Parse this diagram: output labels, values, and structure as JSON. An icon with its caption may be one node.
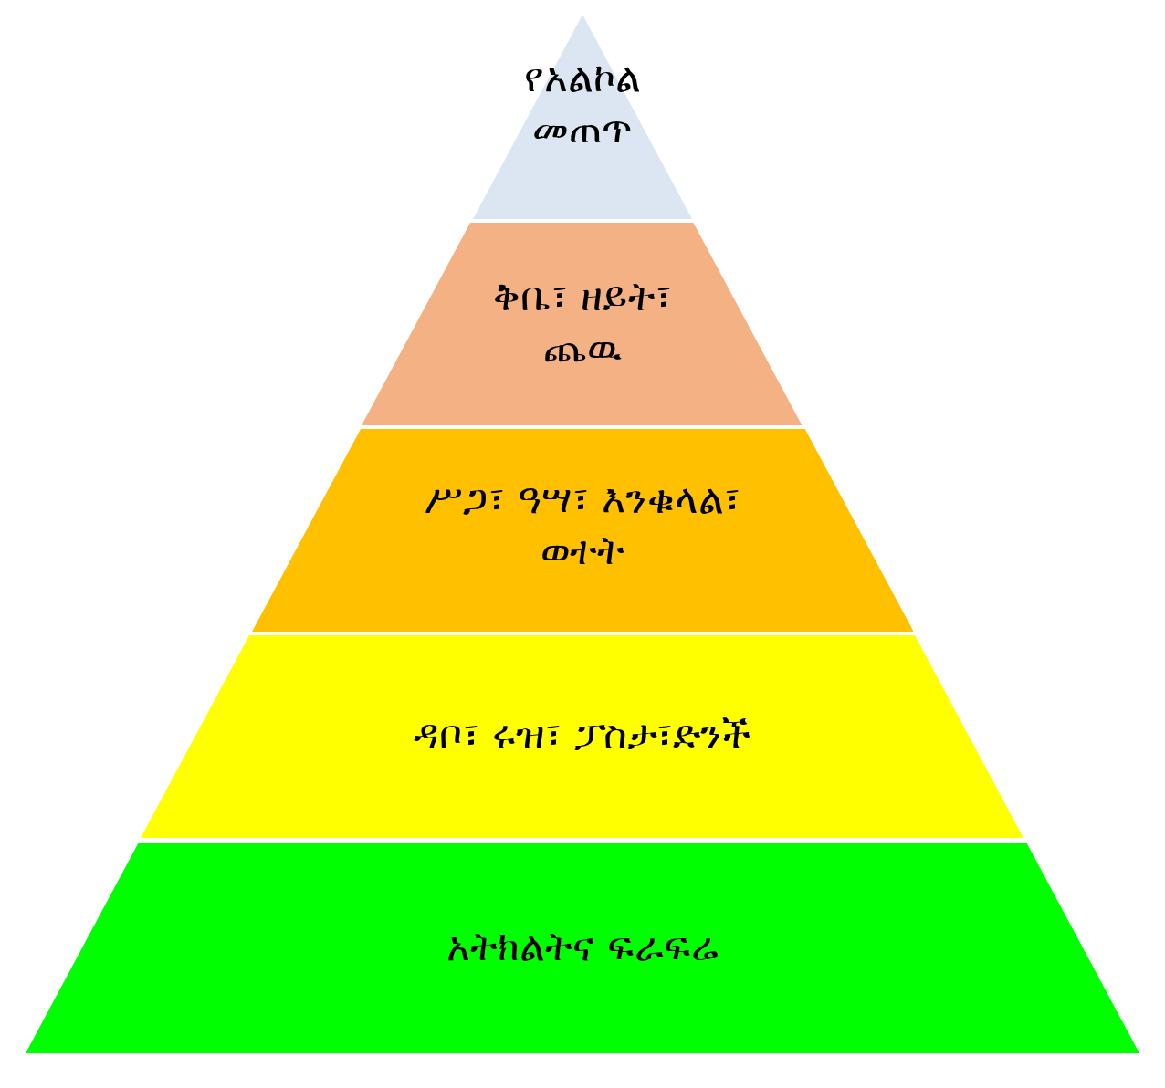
{
  "diagram": {
    "nodes": [
      {
        "text": [
          "የአልኮል መጠጥ"
        ]
      },
      {
        "text": [
          "ቅቤ፣ ዘይት፣ ጨዉ"
        ]
      },
      {
        "text": [
          "ሥጋ፣ ዓሣ፣ እንቁላል፣ ወተት"
        ]
      },
      {
        "text": [
          "ዳቦ፣ ሩዝ፣ ፓስታ፣ድንች"
        ]
      },
      {
        "text": [
          "አትክልትና ፍራፍሬ"
        ]
      }
    ]
  }
}
